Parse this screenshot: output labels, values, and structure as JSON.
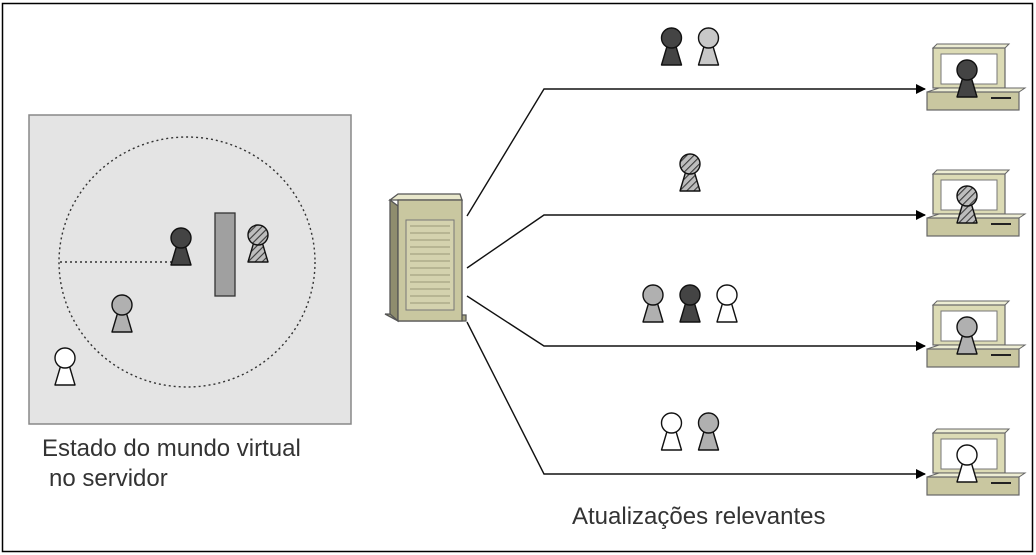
{
  "captions": {
    "world_line1": "Estado do mundo virtual",
    "world_line2": "no servidor",
    "updates": "Atualizações relevantes"
  },
  "colors": {
    "dark": "#444444",
    "light_gray": "#c8c8c8",
    "mid_gray": "#b0b0b0",
    "white": "#ffffff",
    "world_background": "#e4e4e4",
    "server_body": "#c9c7a0",
    "monitor_beige": "#dcdbb5"
  },
  "world_avatars": [
    "dark",
    "hatched",
    "mid_gray",
    "white"
  ],
  "update_lines": [
    {
      "packet": [
        "dark",
        "light_gray"
      ],
      "client_avatar": "dark"
    },
    {
      "packet": [
        "hatched"
      ],
      "client_avatar": "hatched"
    },
    {
      "packet": [
        "mid_gray",
        "dark",
        "white"
      ],
      "client_avatar": "mid_gray"
    },
    {
      "packet": [
        "white",
        "mid_gray"
      ],
      "client_avatar": "white"
    }
  ]
}
